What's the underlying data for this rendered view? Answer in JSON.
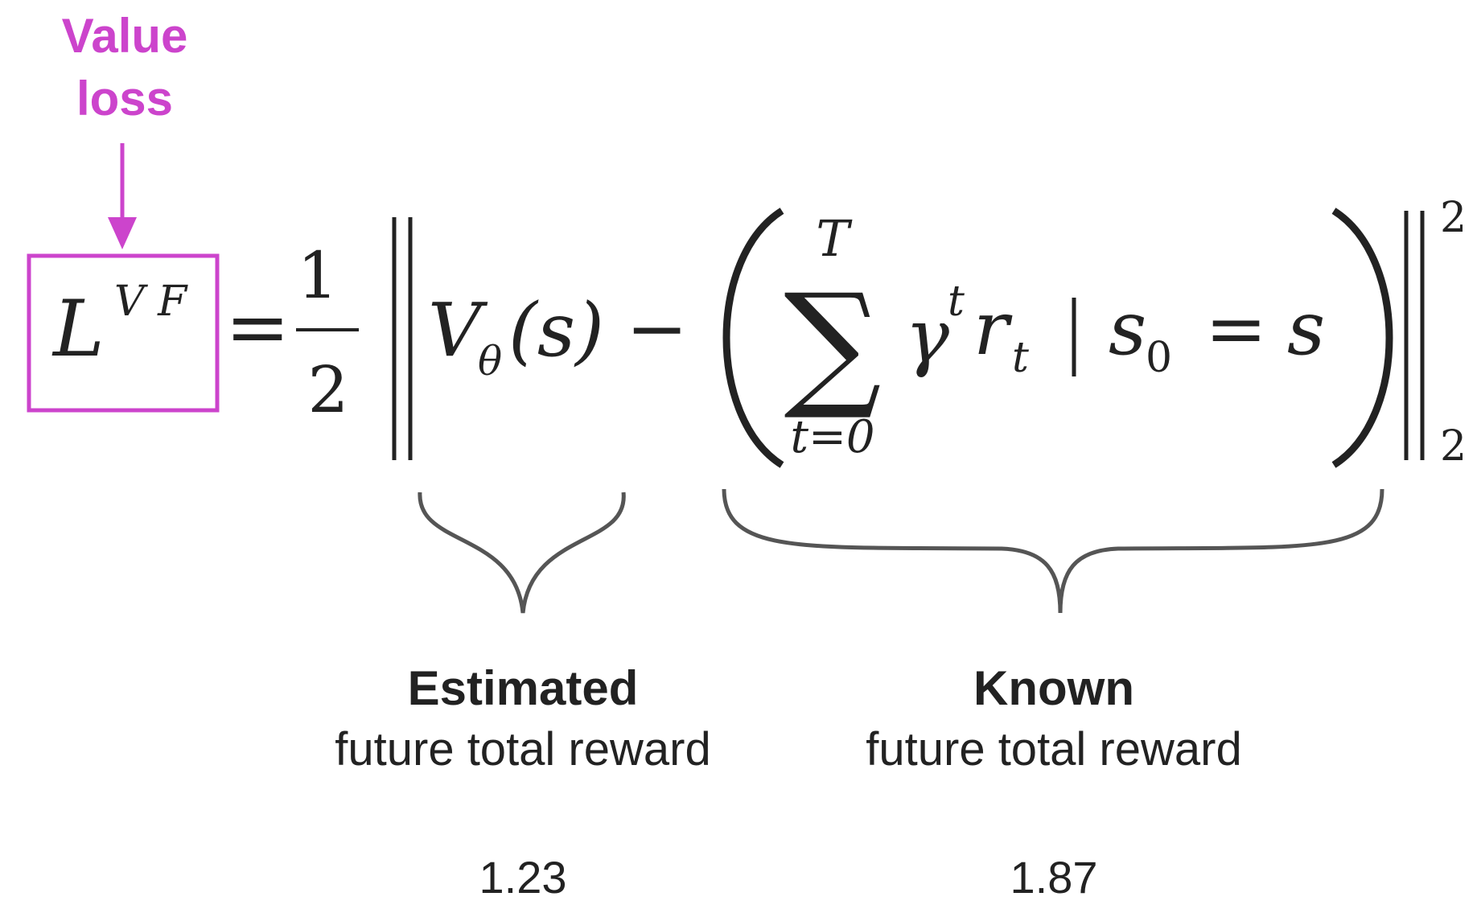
{
  "annotation": {
    "title_line1": "Value",
    "title_line2": "loss",
    "color": "#cc44cc"
  },
  "equation": {
    "lhs_base": "L",
    "lhs_sup": "V F",
    "equals": "=",
    "frac_num": "1",
    "frac_den": "2",
    "v_base": "V",
    "v_sub": "θ",
    "v_arg": "(s)",
    "minus": "−",
    "sum_upper": "T",
    "sum_symbol": "∑",
    "sum_lower": "t=0",
    "gamma": "γ",
    "gamma_sup": "t",
    "r": "r",
    "r_sub": "t",
    "bar": "|",
    "s0_base": "s",
    "s0_sub": "0",
    "equals2": "=",
    "s_final": "s",
    "norm_sup": "2",
    "norm_sub": "2"
  },
  "estimated": {
    "bold": "Estimated",
    "sub": "future total reward",
    "value": "1.23"
  },
  "known": {
    "bold": "Known",
    "sub": "future total reward",
    "value": "1.87"
  }
}
